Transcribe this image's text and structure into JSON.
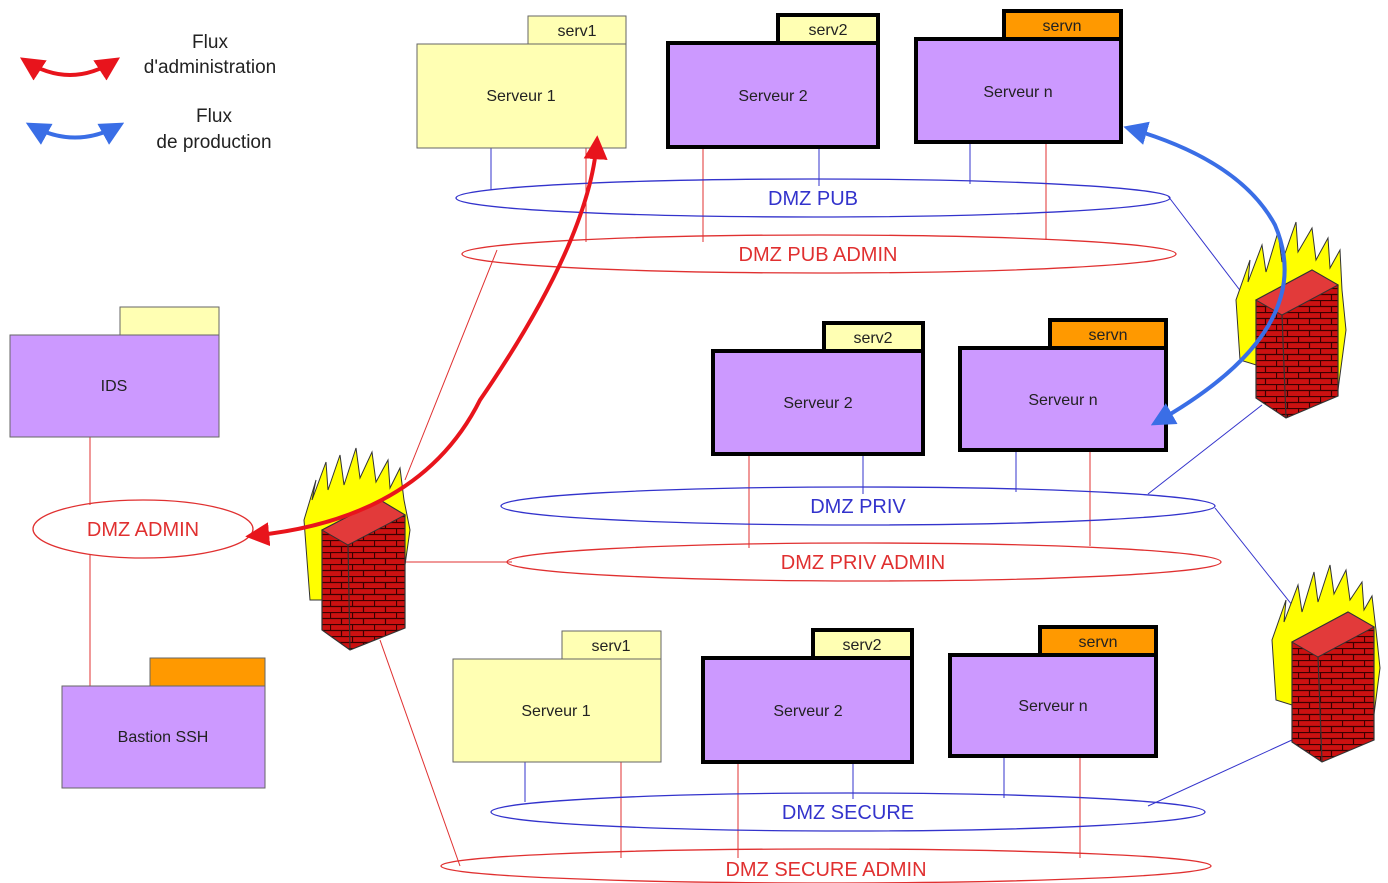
{
  "legend": {
    "admin_line1": "Flux",
    "admin_line2": "d'administration",
    "prod_line1": "Flux",
    "prod_line2": "de production"
  },
  "colors": {
    "admin_flow": "#e8141c",
    "prod_flow": "#3a6ee6",
    "dmz_line": "#3333cc",
    "admin_line": "#e03030",
    "server_yellow": "#ffffb3",
    "server_purple": "#cc99ff",
    "tab_orange": "#ff9900",
    "firewall_brick": "#cc1111",
    "flame": "#ffff00"
  },
  "left": {
    "ids": "IDS",
    "bastion": "Bastion SSH",
    "dmz_admin": "DMZ ADMIN"
  },
  "pub": {
    "s1_tab": "serv1",
    "s1": "Serveur 1",
    "s2_tab": "serv2",
    "s2": "Serveur 2",
    "sn_tab": "servn",
    "sn": "Serveur n",
    "dmz": "DMZ PUB",
    "dmz_admin": "DMZ PUB ADMIN"
  },
  "priv": {
    "s2_tab": "serv2",
    "s2": "Serveur 2",
    "sn_tab": "servn",
    "sn": "Serveur n",
    "dmz": "DMZ PRIV",
    "dmz_admin": "DMZ PRIV ADMIN"
  },
  "secure": {
    "s1_tab": "serv1",
    "s1": "Serveur 1",
    "s2_tab": "serv2",
    "s2": "Serveur 2",
    "sn_tab": "servn",
    "sn": "Serveur n",
    "dmz": "DMZ SECURE",
    "dmz_admin": "DMZ SECURE ADMIN"
  }
}
